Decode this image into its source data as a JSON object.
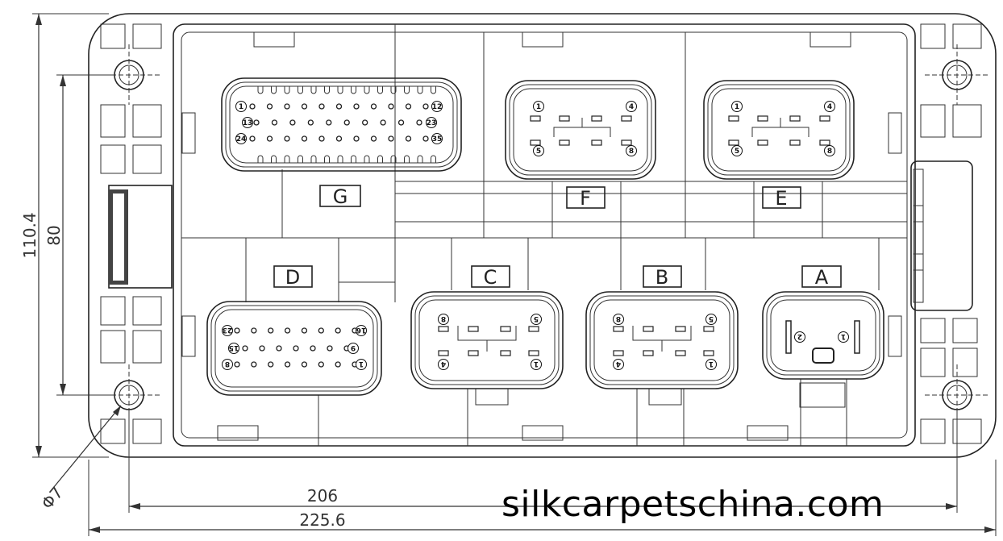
{
  "dimensions": {
    "overall_height": "110.4",
    "hole_spacing_vertical": "80",
    "hole_diameter": "Φ7",
    "hole_spacing_horizontal": "206",
    "overall_width": "225.6"
  },
  "connectors": {
    "G": {
      "label": "G",
      "pins": [
        "1",
        "12",
        "13",
        "23",
        "24",
        "35"
      ]
    },
    "F": {
      "label": "F",
      "pins": [
        "1",
        "4",
        "5",
        "8"
      ]
    },
    "E": {
      "label": "E",
      "pins": [
        "1",
        "4",
        "5",
        "8"
      ]
    },
    "D": {
      "label": "D",
      "pins": [
        "23",
        "16",
        "15",
        "9",
        "8",
        "1"
      ]
    },
    "C": {
      "label": "C",
      "pins": [
        "8",
        "5",
        "4",
        "1"
      ]
    },
    "B": {
      "label": "B",
      "pins": [
        "8",
        "5",
        "4",
        "1"
      ]
    },
    "A": {
      "label": "A",
      "pins": [
        "2",
        "1"
      ]
    }
  },
  "watermark": "silkcarpetschina.com"
}
